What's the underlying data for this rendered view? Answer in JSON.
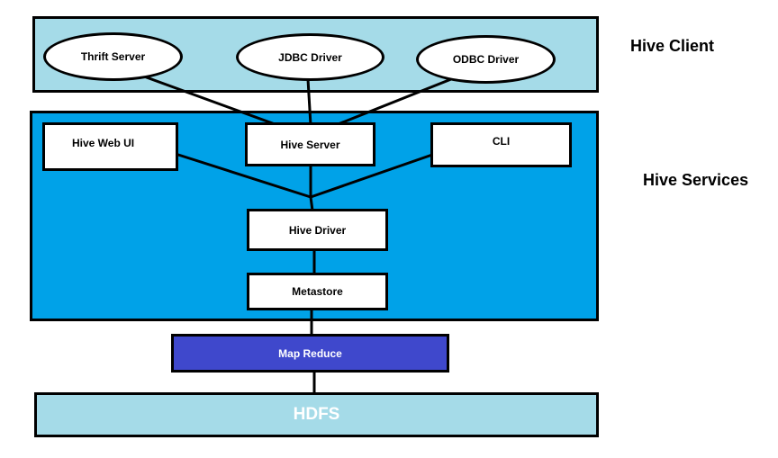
{
  "client": {
    "label": "Hive Client",
    "nodes": {
      "thrift": "Thrift Server",
      "jdbc": "JDBC Driver",
      "odbc": "ODBC Driver"
    }
  },
  "services": {
    "label": "Hive Services",
    "nodes": {
      "web_ui": "Hive Web UI",
      "server": "Hive Server",
      "cli": "CLI",
      "driver": "Hive Driver",
      "metastore": "Metastore"
    }
  },
  "mapreduce": {
    "label": "Map Reduce"
  },
  "hdfs": {
    "label": "HDFS"
  },
  "colors": {
    "client_panel": "#a5dbe8",
    "services_panel": "#00a2e8",
    "mapreduce": "#3f48cc",
    "hdfs": "#a5dbe8",
    "outline": "#000000"
  }
}
